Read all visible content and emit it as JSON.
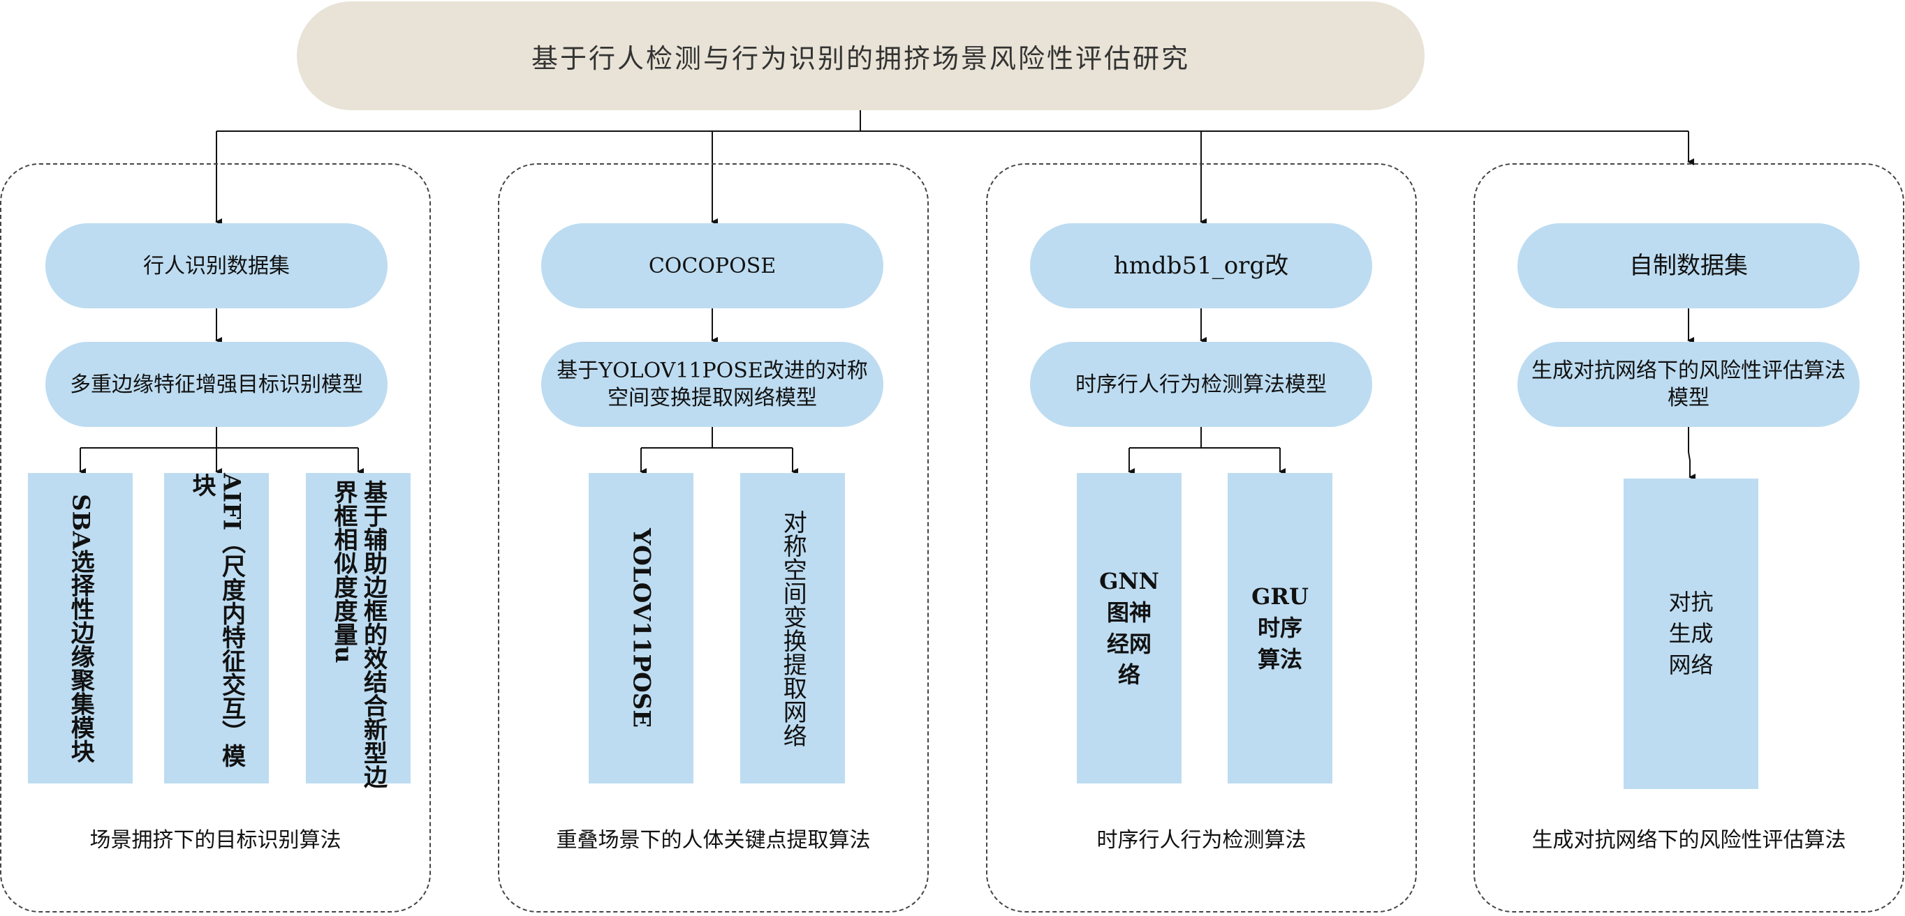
{
  "title": "基于行人检测与行为识别的拥挤场景风险性评估研究",
  "columns": [
    {
      "dataset": "行人识别数据集",
      "model": "多重边缘特征增强目标识别模型",
      "modules": [
        "SBA选择性边缘聚集模块",
        "AIFI（尺度内特征交互）模块",
        "基于辅助边框的效结合新型边界框相似度度量u"
      ],
      "caption": "场景拥挤下的目标识别算法"
    },
    {
      "dataset": "COCOPOSE",
      "model": "基于YOLOV11POSE改进的对称空间变换提取网络模型",
      "modules": [
        "YOLOV11POSE",
        "对称空间变换提取网络"
      ],
      "caption": "重叠场景下的人体关键点提取算法"
    },
    {
      "dataset": "hmdb51_org改",
      "model": "时序行人行为检测算法模型",
      "modules": [
        "GNN图神经网络",
        "GRU时序算法"
      ],
      "caption": "时序行人行为检测算法"
    },
    {
      "dataset": "自制数据集",
      "model": "生成对抗网络下的风险性评估算法模型",
      "modules": [
        "对抗生成网络"
      ],
      "caption": "生成对抗网络下的风险性评估算法"
    }
  ]
}
